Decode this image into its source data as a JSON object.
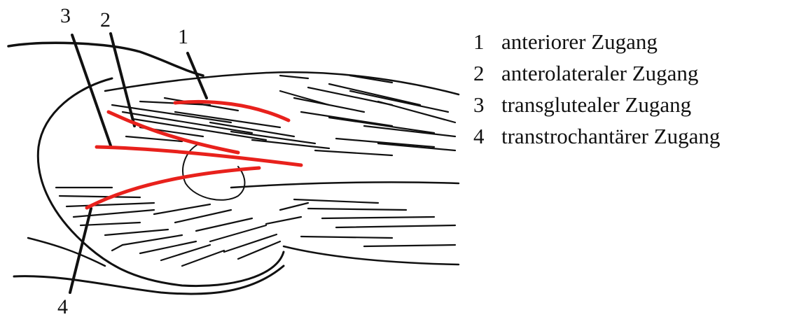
{
  "diagram": {
    "markers": [
      {
        "id": "1",
        "label": "1"
      },
      {
        "id": "2",
        "label": "2"
      },
      {
        "id": "3",
        "label": "3"
      },
      {
        "id": "4",
        "label": "4"
      }
    ],
    "incision_color": "#e8211c",
    "line_color": "#111111"
  },
  "legend": {
    "items": [
      {
        "num": "1",
        "text": "anteriorer Zugang"
      },
      {
        "num": "2",
        "text": "anterolateraler Zugang"
      },
      {
        "num": "3",
        "text": "transglutealer Zugang"
      },
      {
        "num": "4",
        "text": "transtrochantärer Zugang"
      }
    ]
  }
}
